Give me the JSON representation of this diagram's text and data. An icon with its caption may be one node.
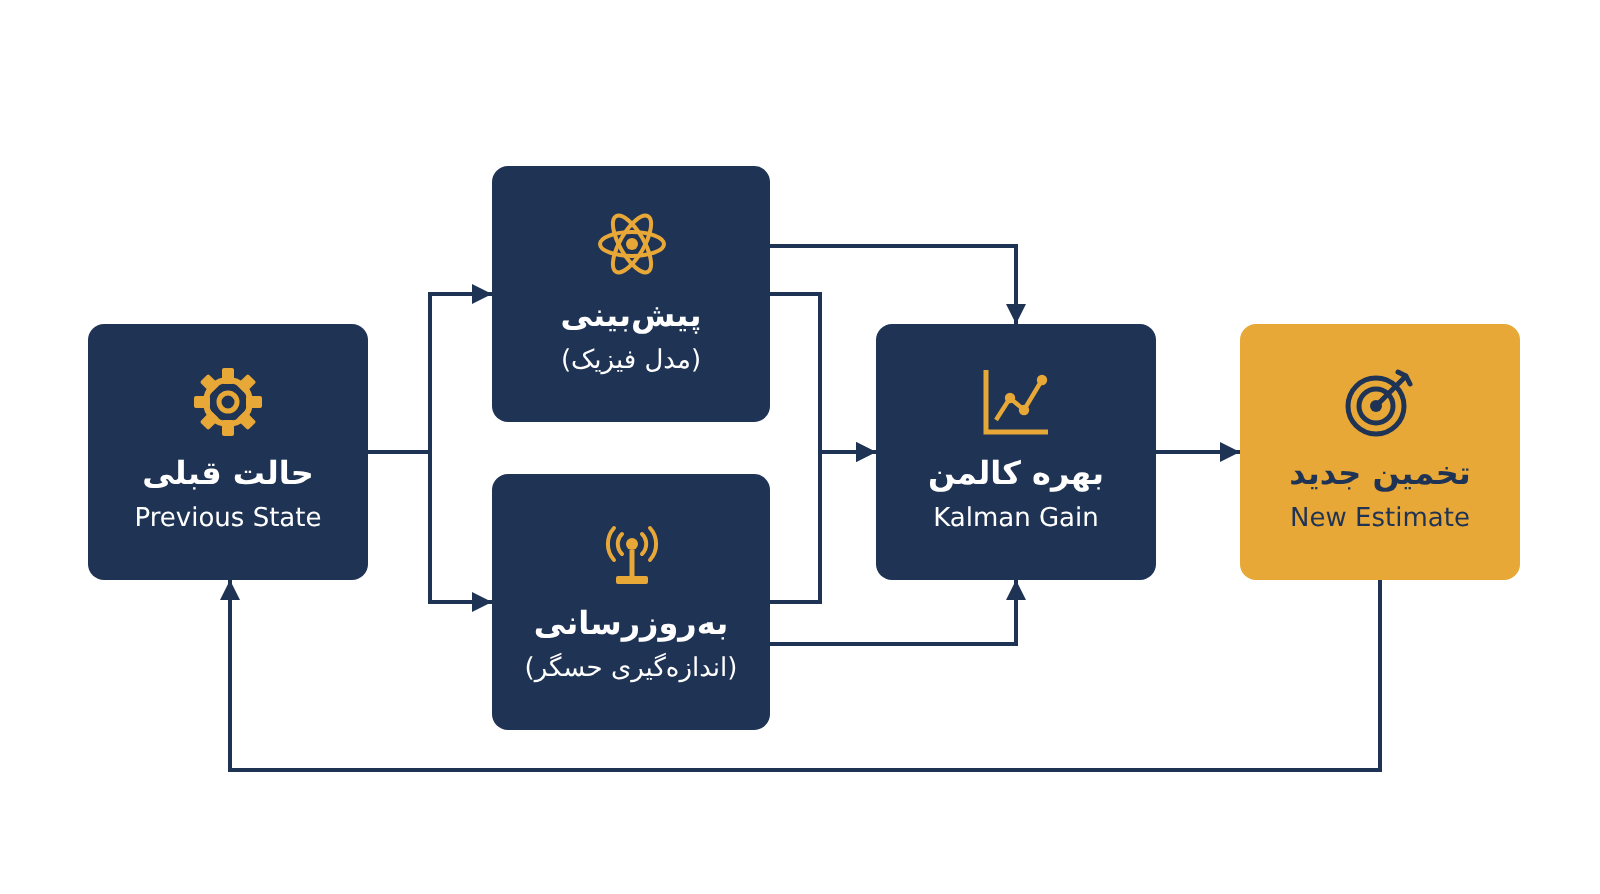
{
  "diagram": {
    "nodes": [
      {
        "text": [
          "حالت قبلی",
          "Previous State"
        ]
      },
      {
        "text": [
          "پیش‌بینی",
          "(مدل فیزیک)"
        ]
      },
      {
        "text": [
          "به‌روزرسانی",
          "(اندازه‌گیری حسگر)"
        ]
      },
      {
        "text": [
          "بهره کالمن",
          "Kalman Gain"
        ]
      },
      {
        "text": [
          "تخمین جدید",
          "New Estimate"
        ]
      }
    ],
    "edges": [
      {
        "from": 0,
        "to": 1,
        "arrow": "to"
      },
      {
        "from": 0,
        "to": 2,
        "arrow": "to"
      },
      {
        "from": 1,
        "to": 3,
        "arrow": "to"
      },
      {
        "from": 1,
        "to": 3,
        "arrow": "to"
      },
      {
        "from": 2,
        "to": 3,
        "arrow": "to"
      },
      {
        "from": 2,
        "to": 3,
        "arrow": "to"
      },
      {
        "from": 3,
        "to": 4,
        "arrow": "to"
      },
      {
        "from": 4,
        "to": 0,
        "arrow": "to"
      }
    ]
  }
}
